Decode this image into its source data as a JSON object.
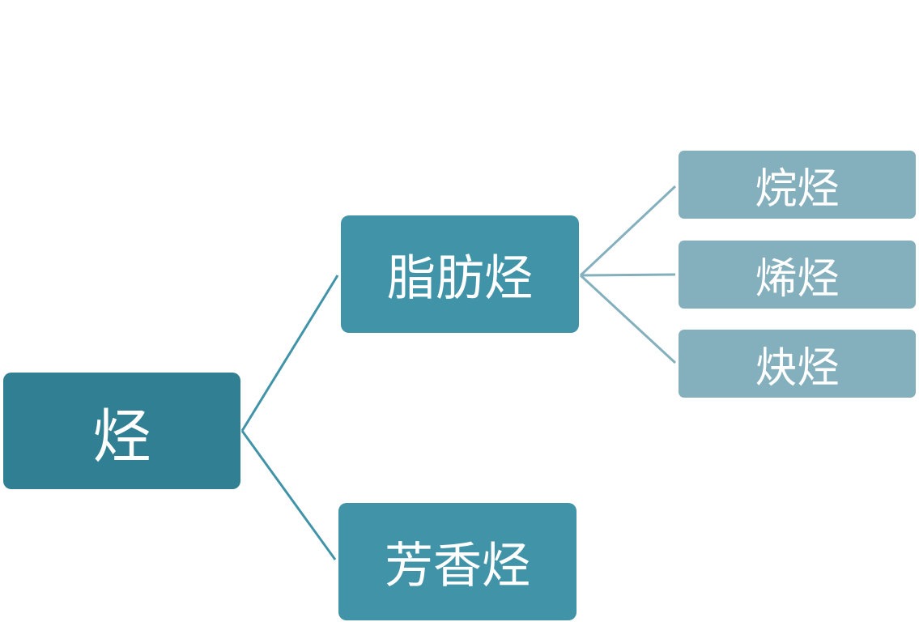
{
  "colors": {
    "root": "#307f93",
    "level2": "#4193a8",
    "level3": "#84afbd"
  },
  "root": {
    "label": "烃"
  },
  "children": [
    {
      "label": "脂肪烃",
      "children": [
        {
          "label": "烷烃"
        },
        {
          "label": "烯烃"
        },
        {
          "label": "炔烃"
        }
      ]
    },
    {
      "label": "芳香烃"
    }
  ]
}
